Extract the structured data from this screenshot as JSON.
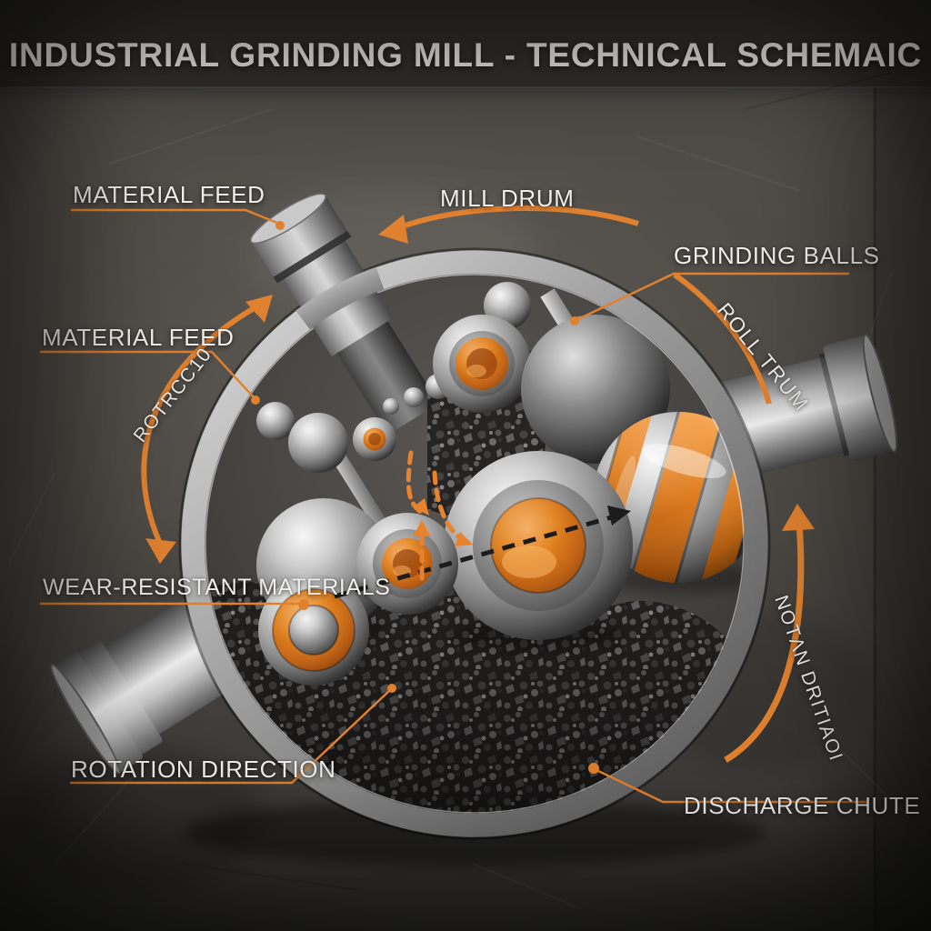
{
  "title": "INDUSTRIAL GRINDING MILL - TECHNICAL SCHEMAIC",
  "labels": {
    "material_feed_top": "MATERIAL FEED",
    "material_feed_left": "MATERIAL FEED",
    "mill_drum": "MILL DRUM",
    "grinding_balls": "GRINDING BALLS",
    "roll_trum": "ROLL TRUM",
    "rotrcc10": "ROTRCC10",
    "wear_resistant_materials": "WEAR-RESISTANT MATERIALS",
    "rotation_direction": "ROTATION DIRECTION",
    "discharge_chute": "DISCHARGE CHUTE",
    "notan_dritiaoi": "NOTΛN DRITIAOI"
  },
  "colors": {
    "accent_orange": "#E0812F",
    "background_gray": "#4A4743",
    "label_text": "#F1EFEC",
    "gravel_dark": "#232120",
    "metal_light": "#D9D9D9"
  }
}
